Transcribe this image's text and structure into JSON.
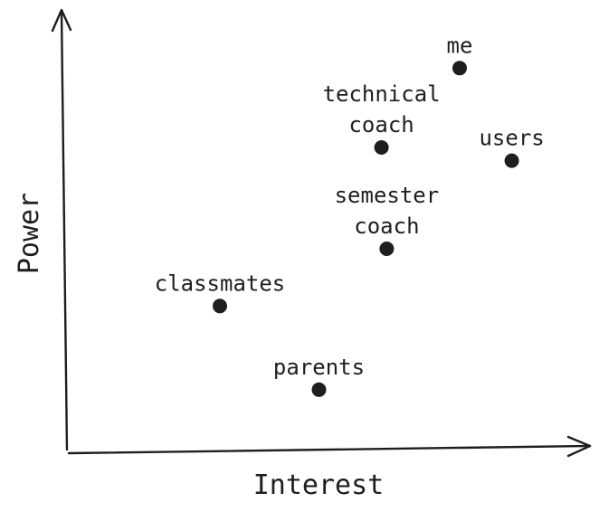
{
  "chart_data": {
    "type": "scatter",
    "xlabel": "Interest",
    "ylabel": "Power",
    "xlim": [
      0,
      10
    ],
    "ylim": [
      0,
      10
    ],
    "grid": false,
    "points": [
      {
        "label": [
          "me"
        ],
        "x": 7.5,
        "y": 8.7
      },
      {
        "label": [
          "technical",
          "coach"
        ],
        "x": 6.0,
        "y": 6.9
      },
      {
        "label": [
          "users"
        ],
        "x": 8.5,
        "y": 6.6
      },
      {
        "label": [
          "semester",
          "coach"
        ],
        "x": 6.1,
        "y": 4.6
      },
      {
        "label": [
          "classmates"
        ],
        "x": 2.9,
        "y": 3.3
      },
      {
        "label": [
          "parents"
        ],
        "x": 4.8,
        "y": 1.4
      }
    ],
    "dot_color": "#1e1e1e",
    "line_color": "#1e1e1e"
  }
}
